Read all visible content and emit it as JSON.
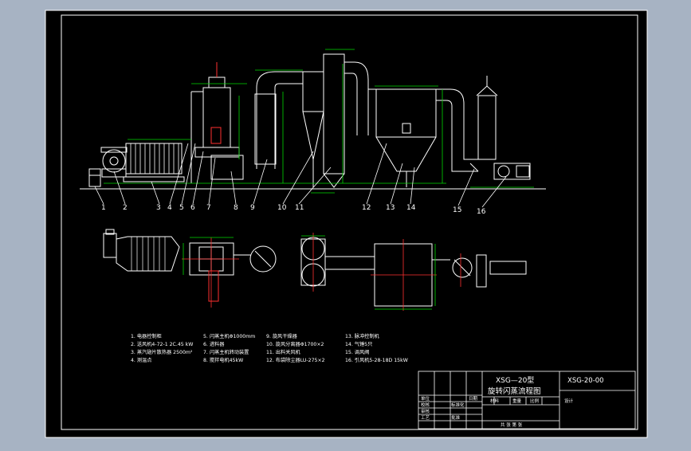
{
  "colors": {
    "viewport_bg": "#a7b3c3",
    "drawing_bg": "#000000",
    "line": "#ffffff",
    "dimension": "#00d800",
    "center_line": "#ff3030",
    "text": "#ffffff"
  },
  "callouts": [
    "1",
    "2",
    "3",
    "4",
    "5",
    "6",
    "7",
    "8",
    "9",
    "10",
    "11",
    "12",
    "13",
    "14",
    "15",
    "16"
  ],
  "parts_list": [
    "1. 电器控制柜",
    "2. 送风机4-72-1 2C.45 kW",
    "3. 蒸汽翅片散热器 2500m²",
    "4. 测温点",
    "5. 闪蒸主机Φ1000mm",
    "6. 进料器",
    "7. 闪蒸主机转动装置",
    "8. 搅拌电机45kW",
    "9. 旋风干燥器",
    "10. 旋风分离器Φ1700×2",
    "11. 出料关风机",
    "12. 布袋除尘器LU-275×2",
    "13. 脉冲控制机",
    "14. 气锤5只",
    "15. 调风阀",
    "16. 引风机5-28-18D 15kW"
  ],
  "title_block": {
    "model": "XSG—20型",
    "name": "旋转闪蒸流程图",
    "code": "XSG-20-00",
    "labels": [
      "设计",
      "校核",
      "审核",
      "工艺",
      "标准化",
      "批准"
    ],
    "material": "材料",
    "weight": "重量",
    "ratio": "比例",
    "sheet": "共 张 第 张",
    "units": "单位",
    "date": "日期"
  }
}
